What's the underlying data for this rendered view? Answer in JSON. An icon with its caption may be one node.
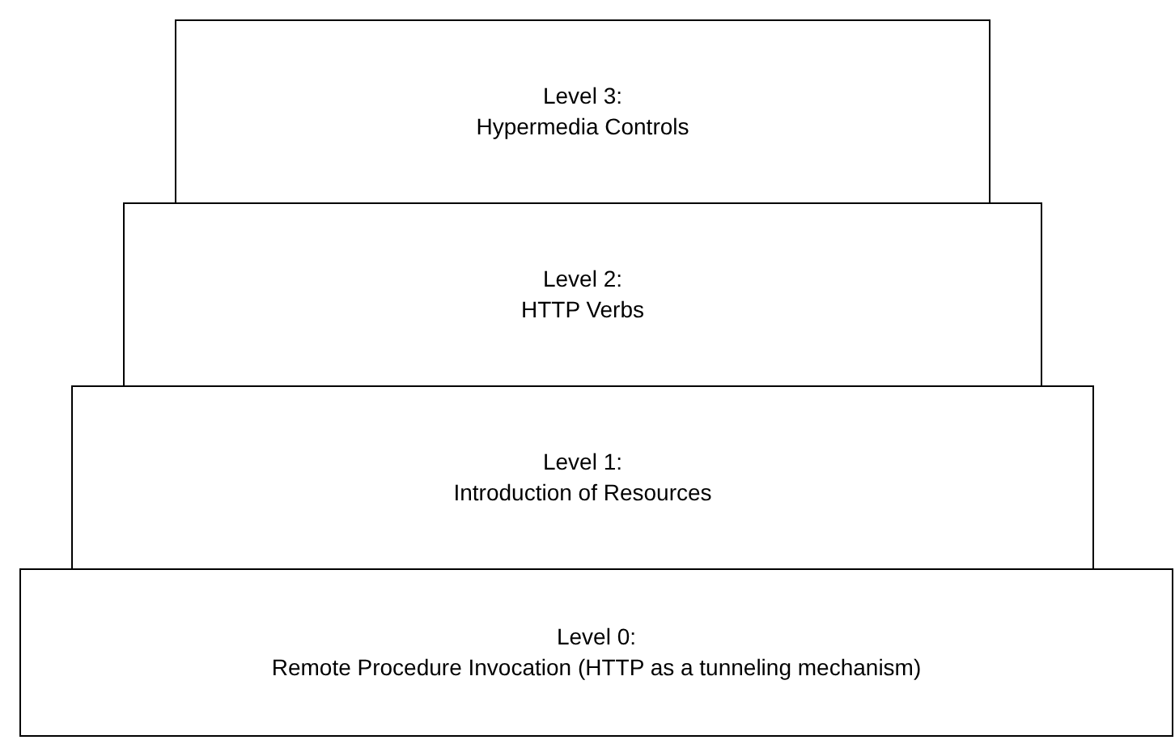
{
  "diagram": {
    "nodes": [
      {
        "text": [
          "Level 3:",
          "Hypermedia Controls"
        ]
      },
      {
        "text": [
          "Level 2:",
          "HTTP Verbs"
        ]
      },
      {
        "text": [
          "Level 1:",
          "Introduction of Resources"
        ]
      },
      {
        "text": [
          "Level 0:",
          "Remote Procedure Invocation (HTTP as a tunneling mechanism)"
        ]
      }
    ]
  }
}
